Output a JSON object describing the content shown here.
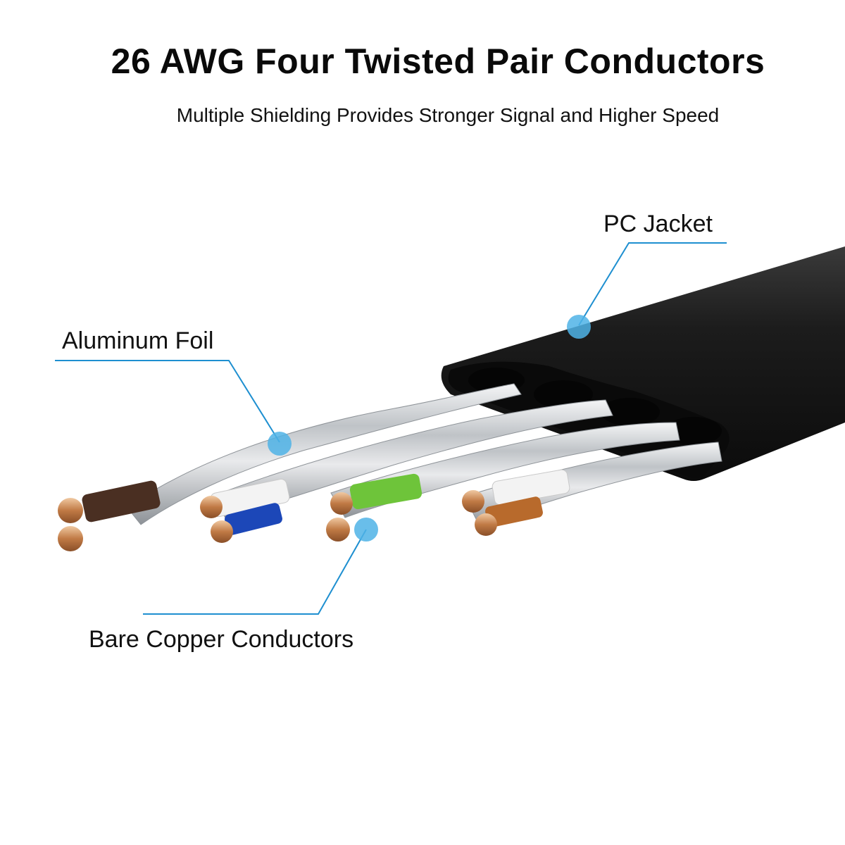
{
  "title": "26 AWG Four Twisted Pair Conductors",
  "subtitle": "Multiple Shielding Provides Stronger Signal and Higher Speed",
  "callouts": {
    "jacket": "PC Jacket",
    "foil": "Aluminum Foil",
    "copper": "Bare Copper Conductors"
  },
  "colors": {
    "callout_line": "#1e8fd0",
    "callout_dot": "#4fb3e6",
    "jacket": "#1a1a1a",
    "foil": "#c9cdd1",
    "copper": "#c98552"
  }
}
